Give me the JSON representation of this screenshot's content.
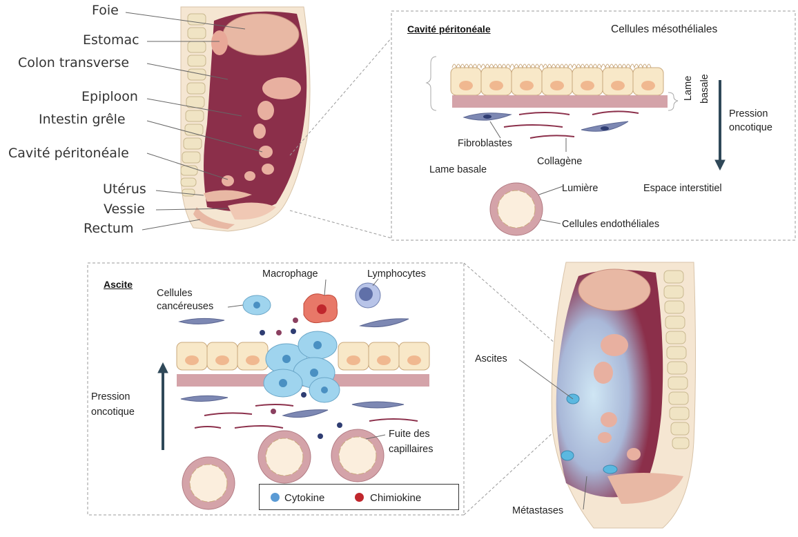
{
  "colors": {
    "organ": "#8b2f4a",
    "organ_light": "#e8b8a4",
    "spine": "#f0e4c4",
    "mesothelial": "#f8e8c8",
    "basal_lamina": "#d4a3a9",
    "fibroblast": "#7d88b3",
    "cancer_cell": "#9fd4ee",
    "cytokine": "#5b9bd5",
    "chemokine": "#c0272d",
    "arrow": "#2f4858"
  },
  "top_left": {
    "labels": {
      "foie": "Foie",
      "estomac": "Estomac",
      "colon": "Colon transverse",
      "epiploon": "Epiploon",
      "intestin": "Intestin grêle",
      "cavite": "Cavité péritonéale",
      "uterus": "Utérus",
      "vessie": "Vessie",
      "rectum": "Rectum"
    }
  },
  "top_right": {
    "title": "Cavité péritonéale",
    "mesothelial": "Cellules mésothéliales",
    "lame_basale_vertical": [
      "Lame",
      "basale"
    ],
    "pressure": [
      "Pression",
      "oncotique"
    ],
    "fibroblasts": "Fibroblastes",
    "collagen": "Collagène",
    "lame_basale": "Lame basale",
    "lumen": "Lumière",
    "interstitial": "Espace interstitiel",
    "endothelial": "Cellules endothéliales"
  },
  "bottom_left": {
    "title": "Ascite",
    "cancer_cells": [
      "Cellules",
      "cancéreuses"
    ],
    "macrophage": "Macrophage",
    "lymphocytes": "Lymphocytes",
    "pressure": [
      "Pression",
      "oncotique"
    ],
    "leak": [
      "Fuite des",
      "capillaires"
    ],
    "legend": {
      "cytokine": "Cytokine",
      "chemokine": "Chimiokine"
    }
  },
  "bottom_right": {
    "ascites": "Ascites",
    "metastases": "Métastases"
  }
}
